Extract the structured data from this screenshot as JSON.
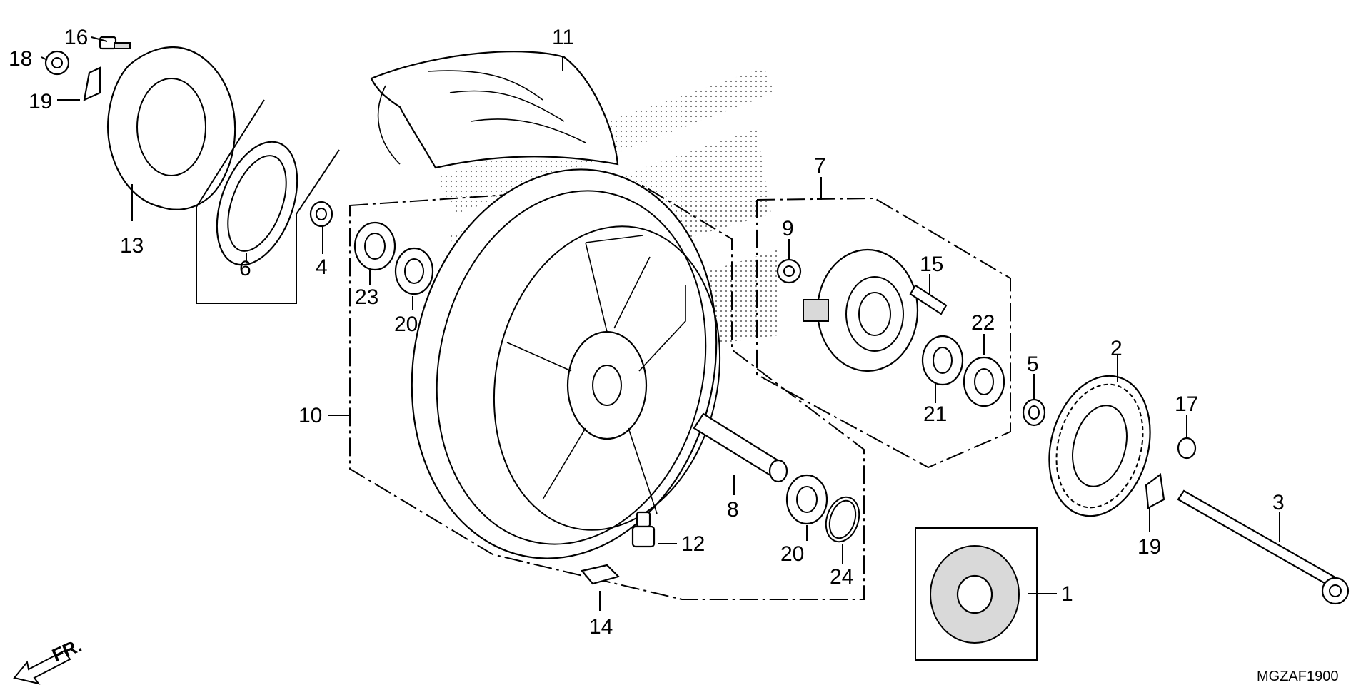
{
  "diagram": {
    "code": "MGZAF1900",
    "direction_label": "FR.",
    "callouts": [
      "1",
      "2",
      "3",
      "4",
      "5",
      "6",
      "7",
      "8",
      "9",
      "10",
      "11",
      "12",
      "13",
      "14",
      "15",
      "16",
      "17",
      "18",
      "19",
      "20",
      "21",
      "22",
      "23",
      "24"
    ],
    "callout_19b": "19",
    "callout_20b": "20",
    "colors": {
      "line": "#000000",
      "background": "#ffffff",
      "shading": "#d9d9d9"
    }
  }
}
